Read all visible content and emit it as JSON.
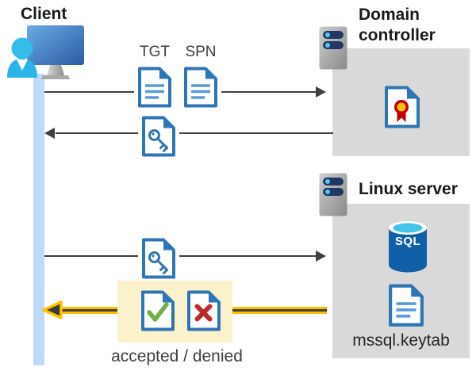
{
  "client": {
    "label": "Client"
  },
  "domain_controller": {
    "label": "Domain controller"
  },
  "linux_server": {
    "label": "Linux server",
    "sql_badge": "SQL",
    "keytab_label": "mssql.keytab"
  },
  "messages": {
    "tgt_label": "TGT",
    "spn_label": "SPN",
    "result_caption": "accepted / denied"
  },
  "icons": {
    "client": "client-user-monitor-icon",
    "domain_controller": "server-icon",
    "linux_server": "server-icon",
    "tgt": "document-icon",
    "spn": "document-icon",
    "ticket": "key-document-icon",
    "certificate": "certificate-document-icon",
    "accepted": "check-document-icon",
    "denied": "cross-document-icon",
    "database": "sql-database-icon"
  },
  "colors": {
    "doc_border_blue": "#2E75B6",
    "doc_text_blue": "#5B9BD5",
    "person_cyan": "#2FB9E8",
    "monitor_blue_light": "#63A5DE",
    "monitor_blue_dark": "#2E5FA6",
    "server_pill_navy": "#1F3864",
    "server_dot_blue": "#56C9F0",
    "box_gray": "#D9D9D9",
    "lifeline_blue": "#BEDAF7",
    "arrow_gray": "#404040",
    "accent_yellow": "#FFC000",
    "highlight_yellow": "#FBF2CC",
    "check_green": "#70AD47",
    "cross_red": "#BE2B2B",
    "cert_red": "#C00000",
    "cert_gold": "#FFC000",
    "sql_body_blue": "#1060A8",
    "sql_top_cyan": "#45C6E8"
  }
}
